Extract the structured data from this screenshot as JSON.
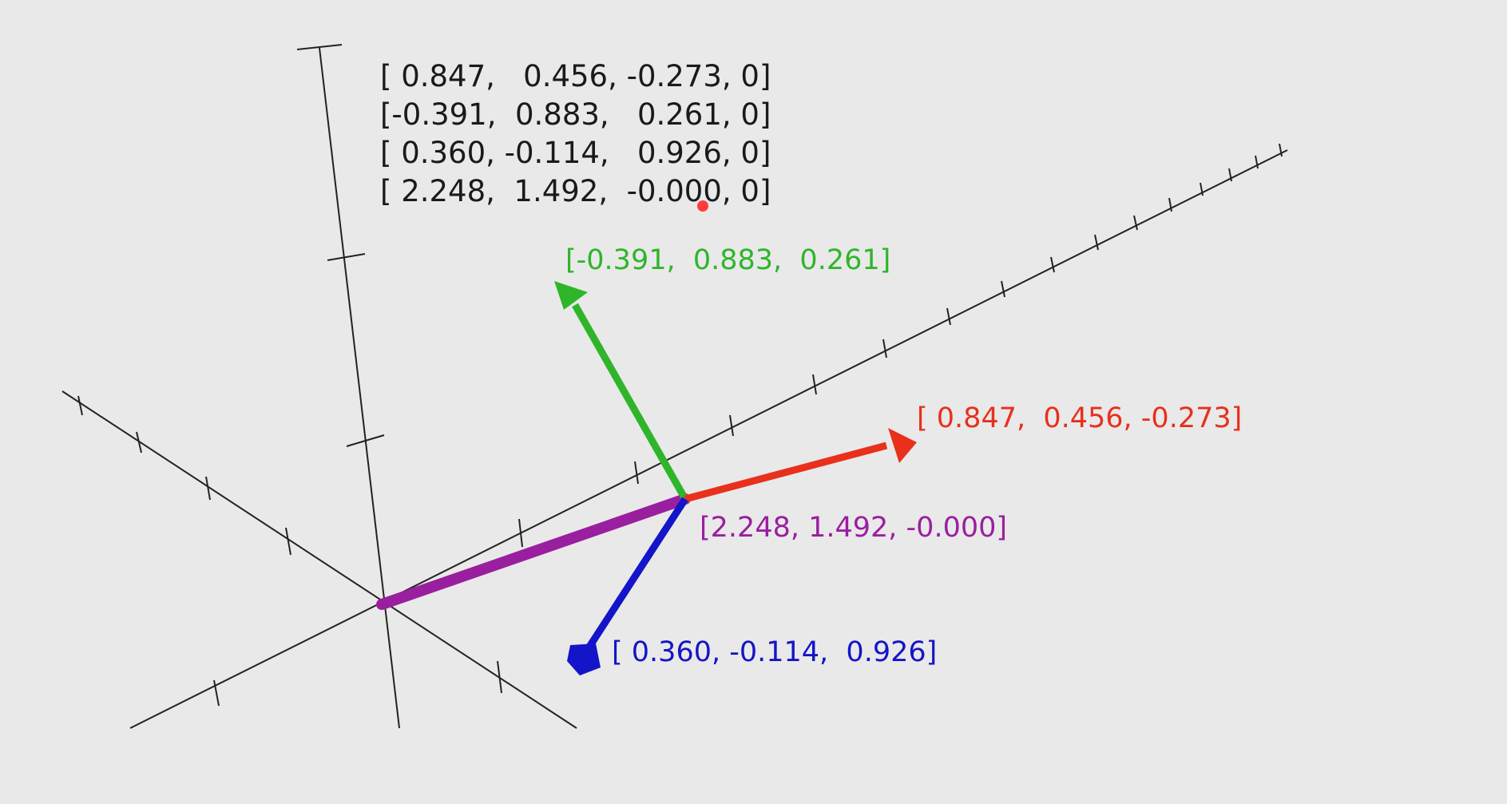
{
  "matrix_rows": [
    "[ 0.847,   0.456, -0.273, 0]",
    "[-0.391,  0.883,   0.261, 0]",
    "[ 0.360, -0.114,   0.926, 0]",
    "[ 2.248,  1.492,  -0.000, 0]"
  ],
  "vectors": {
    "x_axis": {
      "label": "[ 0.847,  0.456, -0.273]",
      "color": "#e8301c"
    },
    "y_axis": {
      "label": "[-0.391,  0.883,  0.261]",
      "color": "#2fb52a"
    },
    "z_axis": {
      "label": "[ 0.360, -0.114,  0.926]",
      "color": "#1414c8"
    },
    "origin": {
      "label": "[2.248, 1.492, -0.000]",
      "color": "#9a1f9f"
    }
  },
  "cursor": {
    "color": "#ff3b3b"
  }
}
